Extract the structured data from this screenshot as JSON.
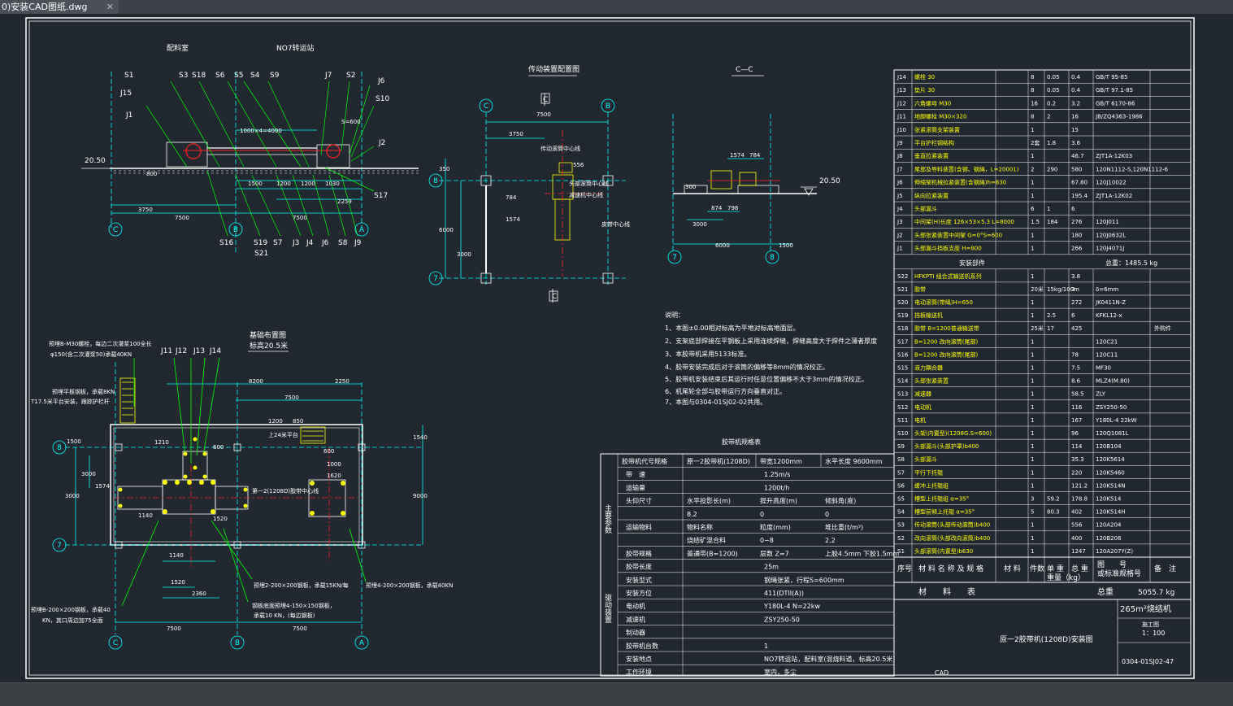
{
  "window": {
    "tab_title": "0)安装CAD图纸.dwg",
    "tab_close": "✕"
  },
  "colors": {
    "canvas": "#212830",
    "frame": "#ffffff",
    "cyan": "#00ffff",
    "yellow": "#ffff00",
    "red": "#ff2020",
    "green": "#00ff00",
    "magenta": "#ff00ff"
  },
  "plan_top": {
    "label_left": "配料室",
    "label_right": "NO7转运站",
    "refs_top": [
      "S1",
      "J15",
      "J1",
      "S3",
      "S18",
      "S6",
      "S5",
      "S4",
      "S9",
      "J7",
      "S2",
      "J6",
      "S10",
      "J2"
    ],
    "refs_bottom": [
      "S16",
      "S19",
      "S21",
      "S7",
      "J3",
      "J4",
      "J6",
      "S8",
      "J9"
    ],
    "ref_s17": "S17",
    "elev": "20.50",
    "dims": [
      "1000×4=4000",
      "800",
      "1500",
      "1200",
      "1200",
      "1030",
      "2259",
      "3750",
      "7500",
      "7500",
      "S=600"
    ],
    "axes": [
      "C",
      "B",
      "A"
    ]
  },
  "transmission": {
    "title": "传动装置配置图",
    "dims": [
      "7500",
      "3750",
      "350",
      "6000",
      "3000",
      "1574",
      "784",
      "556"
    ],
    "labels": [
      "头部滚筒中心线",
      "减速机中心线",
      "皮带中心线",
      "传动滚筒中心线"
    ],
    "axes": [
      "C",
      "B",
      "8",
      "7"
    ],
    "section_mark": "C"
  },
  "section_cc": {
    "title": "C—C",
    "dims": [
      "1574",
      "784",
      "300",
      "874",
      "798",
      "3000",
      "6000",
      "1500"
    ],
    "elev": "20.50",
    "axes": [
      "7",
      "8"
    ]
  },
  "notes": {
    "title": "说明：",
    "lines": [
      "1、本图±0.00相对标高为平地对标高地面层。",
      "2、支架底部焊接在平钢板上采用连续焊缝，焊缝高度大于焊件之薄者厚度",
      "3、本胶带机采用5133标准。",
      "4、胶带安装完成后对于滚筒的偏移等8mm的情况校正。",
      "5、胶带机安装结束后其运行时任意位置偏移不大于3mm的情况校正。",
      "6、机尾轮全部与胶带运行方向垂直对正。",
      "7、本图与0304-01SJ02-02共用。"
    ]
  },
  "foundation": {
    "title": "基础布置图",
    "subtitle": "标高20.5米",
    "refs": [
      "J11",
      "J12",
      "J13",
      "J14"
    ],
    "callouts": [
      "预埋B-M30螺栓，每边二次灌浆100全长",
      "φ150(含二次灌浆50)承载40KN",
      "预埋平板钢板，承载8KN",
      "T17.5米平台安装，跟踪护栏杆",
      "上24米平台",
      "第一2(1208D)胶带中心线",
      "预埋2-200×200钢板，承载15KN/每",
      "预埋4-200×200钢板，承载40KN",
      "预埋B-200×200钢板，承载40",
      "KN，其口周边加75全面",
      "钢板底面预埋4-150×150钢板，",
      "承载10 KN，(每边钢板)"
    ],
    "dims": [
      "8200",
      "2250",
      "7500",
      "1210",
      "1574",
      "1140",
      "1520",
      "3000",
      "600",
      "1000",
      "1620",
      "3000",
      "9000",
      "1540",
      "1140",
      "1520",
      "2360",
      "7500",
      "7500",
      "600",
      "1500",
      "1200",
      "850"
    ],
    "axes": [
      "C",
      "B",
      "A",
      "8",
      "7"
    ]
  },
  "belt_table": {
    "title": "胶带机规格表",
    "header": [
      "胶带机代号规格",
      "原一2胶带机(1208D)",
      "带宽1200mm",
      "水平长度 9600mm"
    ],
    "group1": "主要参数",
    "group2": "驱动装置",
    "rows": [
      [
        "带　速",
        "",
        "1.25m/s"
      ],
      [
        "运输量",
        "",
        "1200t/h"
      ],
      [
        "头仰尺寸",
        "水平投影长(m)",
        "提升高度(m)",
        "倾斜角(度)"
      ],
      [
        "",
        "8.2",
        "0",
        "0"
      ],
      [
        "运输物料",
        "物料名称",
        "粒度(mm)",
        "堆比重(t/m³)"
      ],
      [
        "",
        "烧结矿混合料",
        "0~8",
        "2.2"
      ],
      [
        "胶带规格",
        "普通带(B=1200)",
        "层数 Z=7",
        "上胶4.5mm 下胶1.5mm"
      ],
      [
        "胶带长度",
        "",
        "25m"
      ],
      [
        "安装型式",
        "",
        "钢绳张紧，行程S=600mm"
      ],
      [
        "安装方位",
        "",
        "411(DTII(A))"
      ],
      [
        "电动机",
        "",
        "Y180L-4 N=22kw"
      ],
      [
        "减速机",
        "",
        "ZSY250-50"
      ],
      [
        "制动器",
        "",
        ""
      ],
      [
        "胶带机台数",
        "",
        "1"
      ],
      [
        "安装地点",
        "",
        "NO7转运站，配料室(混烧料道，标高20.5米)"
      ],
      [
        "工作环境",
        "",
        "室内，多尘"
      ]
    ]
  },
  "parts_table": {
    "rows": [
      [
        "J14",
        "螺栓 30",
        "",
        "8",
        "0.05",
        "0.4",
        "GB/T 95-85"
      ],
      [
        "J13",
        "垫片 30",
        "",
        "8",
        "0.05",
        "0.4",
        "GB/T 97.1-85"
      ],
      [
        "J12",
        "六角螺母 M30",
        "",
        "16",
        "0.2",
        "3.2",
        "GB/T 6170-86"
      ],
      [
        "J11",
        "地脚螺栓 M30×320",
        "",
        "8",
        "2",
        "16",
        "JB/ZQ4363-1986"
      ],
      [
        "J10",
        "张紧滚筒支架装置",
        "",
        "1",
        "",
        "15",
        ""
      ],
      [
        "J9",
        "平台护栏钢结构",
        "",
        "2套",
        "1.8",
        "3.6",
        ""
      ],
      [
        "J8",
        "垂直拉紧装置",
        "",
        "1",
        "",
        "46.7",
        "ZJT1A-12K03"
      ],
      [
        "J7",
        "尾部及导料装置(含钢、钢绳，L=20001)",
        "",
        "2",
        "290",
        "580",
        "120N1112-S,120N1112-6"
      ],
      [
        "J6",
        "伸缩架机械拉紧装置(含钢绳)h=830",
        "",
        "1",
        "",
        "67.80",
        "120J10022"
      ],
      [
        "J5",
        "纵向拉紧装置",
        "",
        "1",
        "",
        "195.4",
        "ZJT1A-12K02"
      ],
      [
        "J4",
        "头部漏斗",
        "",
        "6",
        "1",
        "6",
        ""
      ],
      [
        "J3",
        "中间架(H)长度 126×53×5.3 L=8000",
        "",
        "1.5",
        "184",
        "276",
        "120J011"
      ],
      [
        "J2",
        "头部张紧装置中间架 G=0°S=600",
        "",
        "1",
        "",
        "180",
        "120J0632L"
      ],
      [
        "J1",
        "头部漏斗挡板支座 H=800",
        "",
        "1",
        "",
        "266",
        "120J4071J"
      ]
    ],
    "install_caption": "安装部件",
    "install_total": "总重：1485.5 kg",
    "rows2": [
      [
        "S22",
        "HFKPTI 组合式输送机系列",
        "",
        "1",
        "",
        "3.8",
        ""
      ],
      [
        "S21",
        "胶带",
        "",
        "20米",
        "15kg/100m",
        "3",
        "δ=6mm"
      ],
      [
        "S20",
        "电动滚筒(带绳)H=650",
        "",
        "1",
        "",
        "272",
        "JK0411N-Z"
      ],
      [
        "S19",
        "挡板输送机",
        "",
        "1",
        "2.5",
        "6",
        "KFKL12-x"
      ],
      [
        "S18",
        "胶带 B=1200普通输送带",
        "",
        "25米",
        "17",
        "425",
        "",
        "外购件"
      ],
      [
        "S17",
        "B=1200 改向滚筒(尾部)",
        "",
        "1",
        "",
        "",
        "120C21"
      ],
      [
        "S16",
        "B=1200 改向滚筒(尾部)",
        "",
        "1",
        "",
        "78",
        "120C11"
      ],
      [
        "S15",
        "液力耦合器",
        "",
        "1",
        "",
        "7.5",
        "MF30"
      ],
      [
        "S14",
        "头部张紧装置",
        "",
        "1",
        "",
        "8.6",
        "MLZ4(M.80)"
      ],
      [
        "S13",
        "减速器",
        "",
        "1",
        "",
        "58.5",
        "ZLY"
      ],
      [
        "S12",
        "电动机",
        "",
        "1",
        "",
        "116",
        "ZSY250-50"
      ],
      [
        "S11",
        "电机",
        "",
        "1",
        "",
        "167",
        "Y180L-4 22kW"
      ],
      [
        "S10",
        "头架(内置型)(1208G.S=600)",
        "",
        "1",
        "",
        "96",
        "120Q1081L"
      ],
      [
        "S9",
        "头部漏斗(头部护罩)b400",
        "",
        "1",
        "",
        "114",
        "120B104"
      ],
      [
        "S8",
        "头部漏斗",
        "",
        "1",
        "",
        "35.3",
        "120K5614"
      ],
      [
        "S7",
        "平行下托辊",
        "",
        "1",
        "",
        "220",
        "120K5460"
      ],
      [
        "S6",
        "缓冲上托辊组",
        "",
        "1",
        "",
        "121.2",
        "120K514N"
      ],
      [
        "S5",
        "槽型上托辊组 α=35°",
        "",
        "3",
        "59.2",
        "178.8",
        "120K514"
      ],
      [
        "S4",
        "槽型前倾上托辊 α=35°",
        "",
        "5",
        "80.3",
        "402",
        "120K514H"
      ],
      [
        "S3",
        "传动滚筒(头部传动滚筒)b400",
        "",
        "1",
        "",
        "556",
        "120A204"
      ],
      [
        "S2",
        "改向滚筒(头部改向滚筒)b400",
        "",
        "1",
        "",
        "400",
        "120B206"
      ],
      [
        "S1",
        "头部滚筒(内置型)b630",
        "",
        "1",
        "",
        "1247",
        "120A207Y(Z)"
      ]
    ],
    "footer_headers": [
      "序号",
      "材 料 名 称 及 规 格",
      "材 料",
      "件数",
      "单 重",
      "总 重",
      "图　　号\n或标准规格号",
      "备　注"
    ],
    "footer_sub": "重量（kg）",
    "materials_label": "材　　料　　表",
    "grand_total_label": "总重",
    "grand_total": "5055.7 kg"
  },
  "title_block": {
    "project": "265m²烧结机",
    "stage": "施工图",
    "scale": "1：100",
    "drawing_title": "原一2胶带机(1208D)安装图",
    "drawing_no": "0304-01SJ02-47",
    "cad_label": "CAD"
  }
}
